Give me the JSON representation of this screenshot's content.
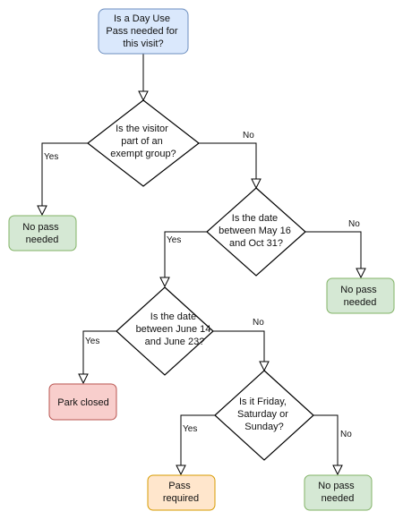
{
  "colors": {
    "start_fill": "#dae8fc",
    "start_stroke": "#6c8ebf",
    "green_fill": "#d5e8d4",
    "green_stroke": "#82b366",
    "red_fill": "#f8cecc",
    "red_stroke": "#b85450",
    "orange_fill": "#ffe6cc",
    "orange_stroke": "#d79b00"
  },
  "nodes": {
    "start": {
      "lines": [
        "Is a Day Use",
        "Pass needed for",
        "this visit?"
      ]
    },
    "q_exempt": {
      "lines": [
        "Is the visitor",
        "part of an",
        "exempt group?"
      ]
    },
    "no_pass_1": {
      "lines": [
        "No pass",
        "needed"
      ]
    },
    "q_season": {
      "lines": [
        "Is the date",
        "between May 16",
        "and Oct 31?"
      ]
    },
    "no_pass_2": {
      "lines": [
        "No pass",
        "needed"
      ]
    },
    "q_closure": {
      "lines": [
        "Is the date",
        "between June 14",
        "and June 23?"
      ]
    },
    "park_closed": {
      "lines": [
        "Park closed"
      ]
    },
    "q_weekend": {
      "lines": [
        "Is it Friday,",
        "Saturday or",
        "Sunday?"
      ]
    },
    "pass_required": {
      "lines": [
        "Pass",
        "required"
      ]
    },
    "no_pass_3": {
      "lines": [
        "No pass",
        "needed"
      ]
    }
  },
  "edges": {
    "e_exempt_yes": "Yes",
    "e_exempt_no": "No",
    "e_season_yes": "Yes",
    "e_season_no": "No",
    "e_closure_yes": "Yes",
    "e_closure_no": "No",
    "e_weekend_yes": "Yes",
    "e_weekend_no": "No"
  }
}
